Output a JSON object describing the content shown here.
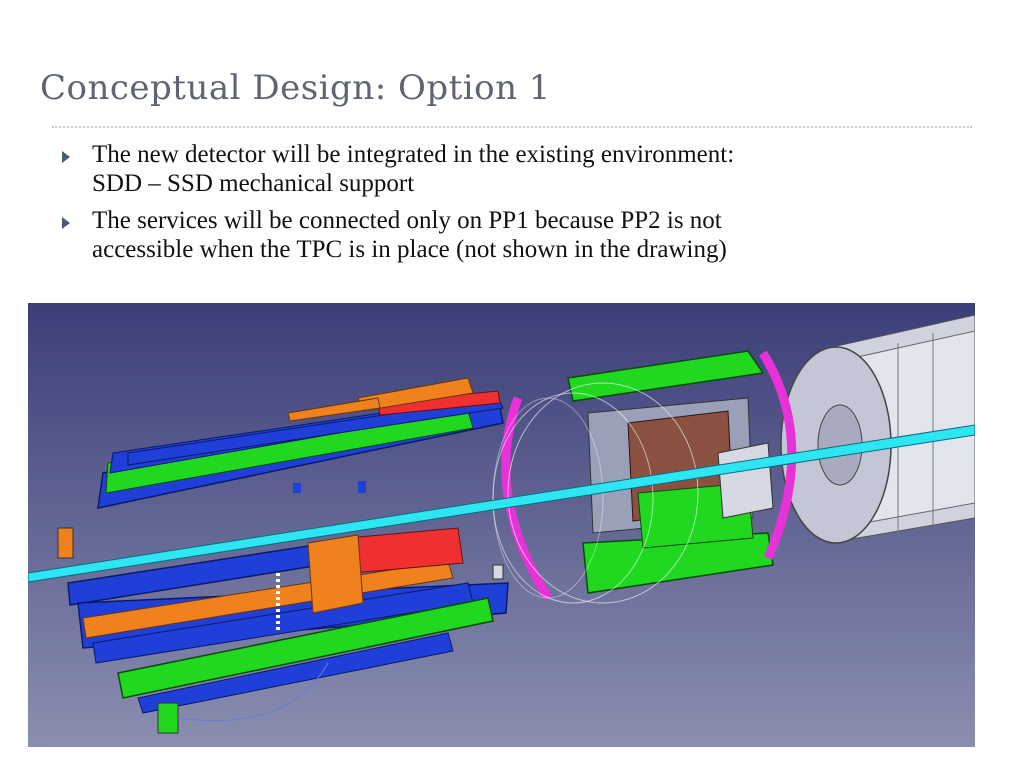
{
  "slide": {
    "title": "Conceptual Design: Option 1",
    "bullets": [
      {
        "line1": "The new detector will be integrated in the existing environment:",
        "line2": "SDD – SSD mechanical support"
      },
      {
        "line1": "The services will be connected only on PP1 because PP2 is not",
        "line2": "accessible when the TPC is in place (not shown in the drawing)"
      }
    ]
  },
  "drawing": {
    "colors": {
      "background_top": "#3c3e78",
      "background_bottom": "#8a8fb0",
      "beam_pipe": "#2ee6f2",
      "blue": "#1f3fd8",
      "green": "#1fd81f",
      "orange": "#f0821e",
      "red": "#f03030",
      "magenta": "#e832d8",
      "brown": "#8a5040",
      "grey_structure": "#c8cad8"
    }
  }
}
